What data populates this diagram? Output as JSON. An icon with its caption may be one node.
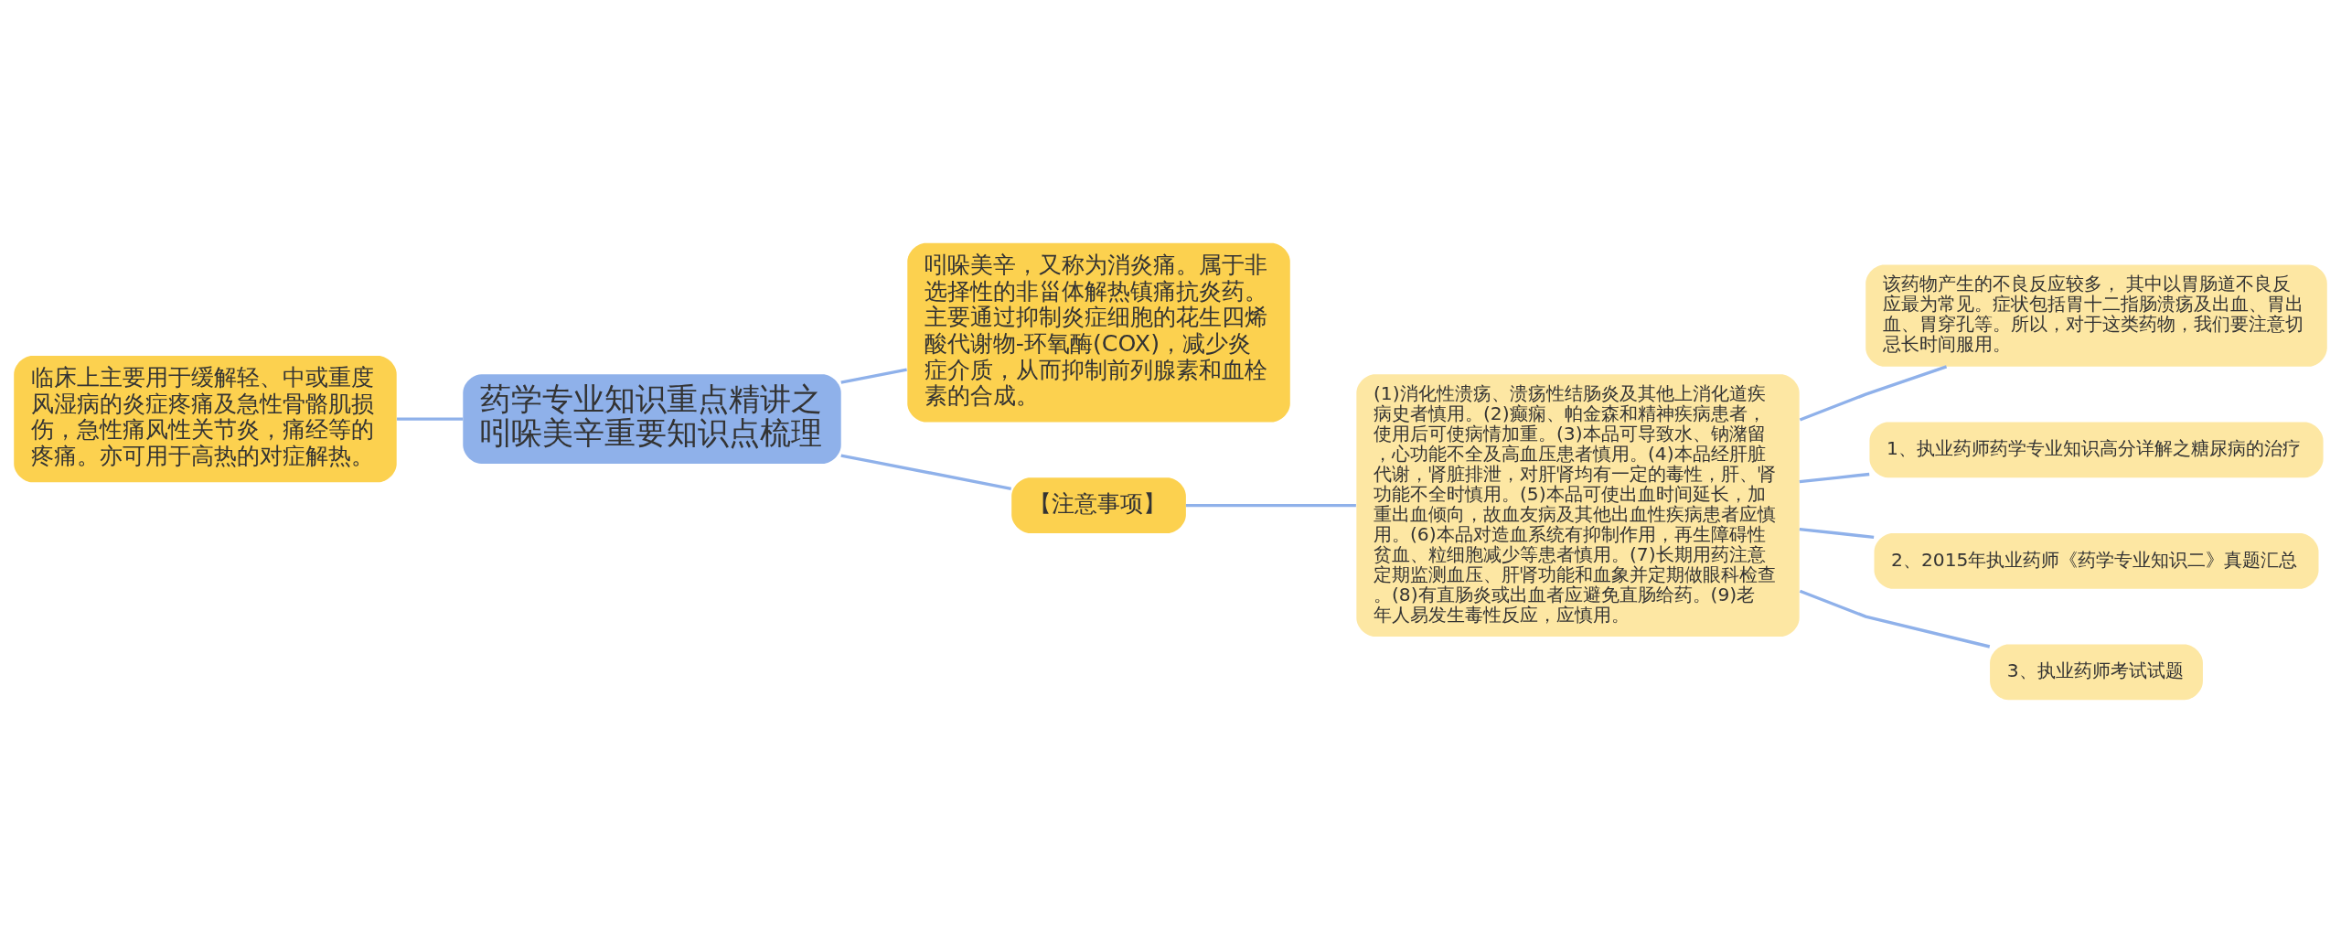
{
  "diagram": {
    "nodes": [
      {
        "text": [
          "药学专业知识重点精讲之吲哚美辛重要知识点梳理"
        ]
      },
      {
        "text": [
          "临床上主要用于缓解轻、中或重度风湿病的炎症疼痛及急性骨骼肌损伤，急性痛风性关节炎，痛经等的疼痛。亦可用于高热的对症解热。"
        ]
      },
      {
        "text": [
          "吲哚美辛，又称为消炎痛。属于非选择性的非甾体解热镇痛抗炎药。主要通过抑制炎症细胞的花生四烯酸代谢物-环氧酶(COX)，减少炎症介质，从而抑制前列腺素和血栓素的合成。"
        ]
      },
      {
        "text": [
          "【注意事项】"
        ]
      },
      {
        "text": [
          "(1)消化性溃疡、溃疡性结肠炎及其他上消化道疾病史者慎用。(2)癫痫、帕金森和精神疾病患者，使用后可使病情加重。(3)本品可导致水、钠潴留，心功能不全及高血压患者慎用。(4)本品经肝脏代谢，肾脏排泄，对肝肾均有一定的毒性，肝、肾功能不全时慎用。(5)本品可使出血时间延长，加重出血倾向，故血友病及其他出血性疾病患者应慎用。(6)本品对造血系统有抑制作用，再生障碍性贫血、粒细胞减少等患者慎用。(7)长期用药注意定期监测血压、肝肾功能和血象并定期做眼科检查。(8)有直肠炎或出血者应避免直肠给药。(9)老年人易发生毒性反应，应慎用。"
        ]
      },
      {
        "text": [
          "该药物产生的不良反应较多， 其中以胃肠道不良反应最为常见。症状包括胃十二指肠溃疡及出血、胃出血、胃穿孔等。所以，对于这类药物，我们要注意切忌长时间服用。"
        ]
      },
      {
        "text": [
          "1、执业药师药学专业知识高分详解之糖尿病的治疗"
        ]
      },
      {
        "text": [
          "2、2015年执业药师《药学专业知识二》真题汇总"
        ]
      },
      {
        "text": [
          "3、执业药师考试试题"
        ]
      }
    ],
    "edges": [
      {
        "from": 1,
        "to": 0,
        "arrow": "none"
      },
      {
        "from": 0,
        "to": 2,
        "arrow": "none"
      },
      {
        "from": 0,
        "to": 3,
        "arrow": "none"
      },
      {
        "from": 3,
        "to": 4,
        "arrow": "none"
      },
      {
        "from": 4,
        "to": 5,
        "arrow": "none"
      },
      {
        "from": 4,
        "to": 6,
        "arrow": "none"
      },
      {
        "from": 4,
        "to": 7,
        "arrow": "none"
      },
      {
        "from": 4,
        "to": 8,
        "arrow": "none"
      }
    ]
  }
}
